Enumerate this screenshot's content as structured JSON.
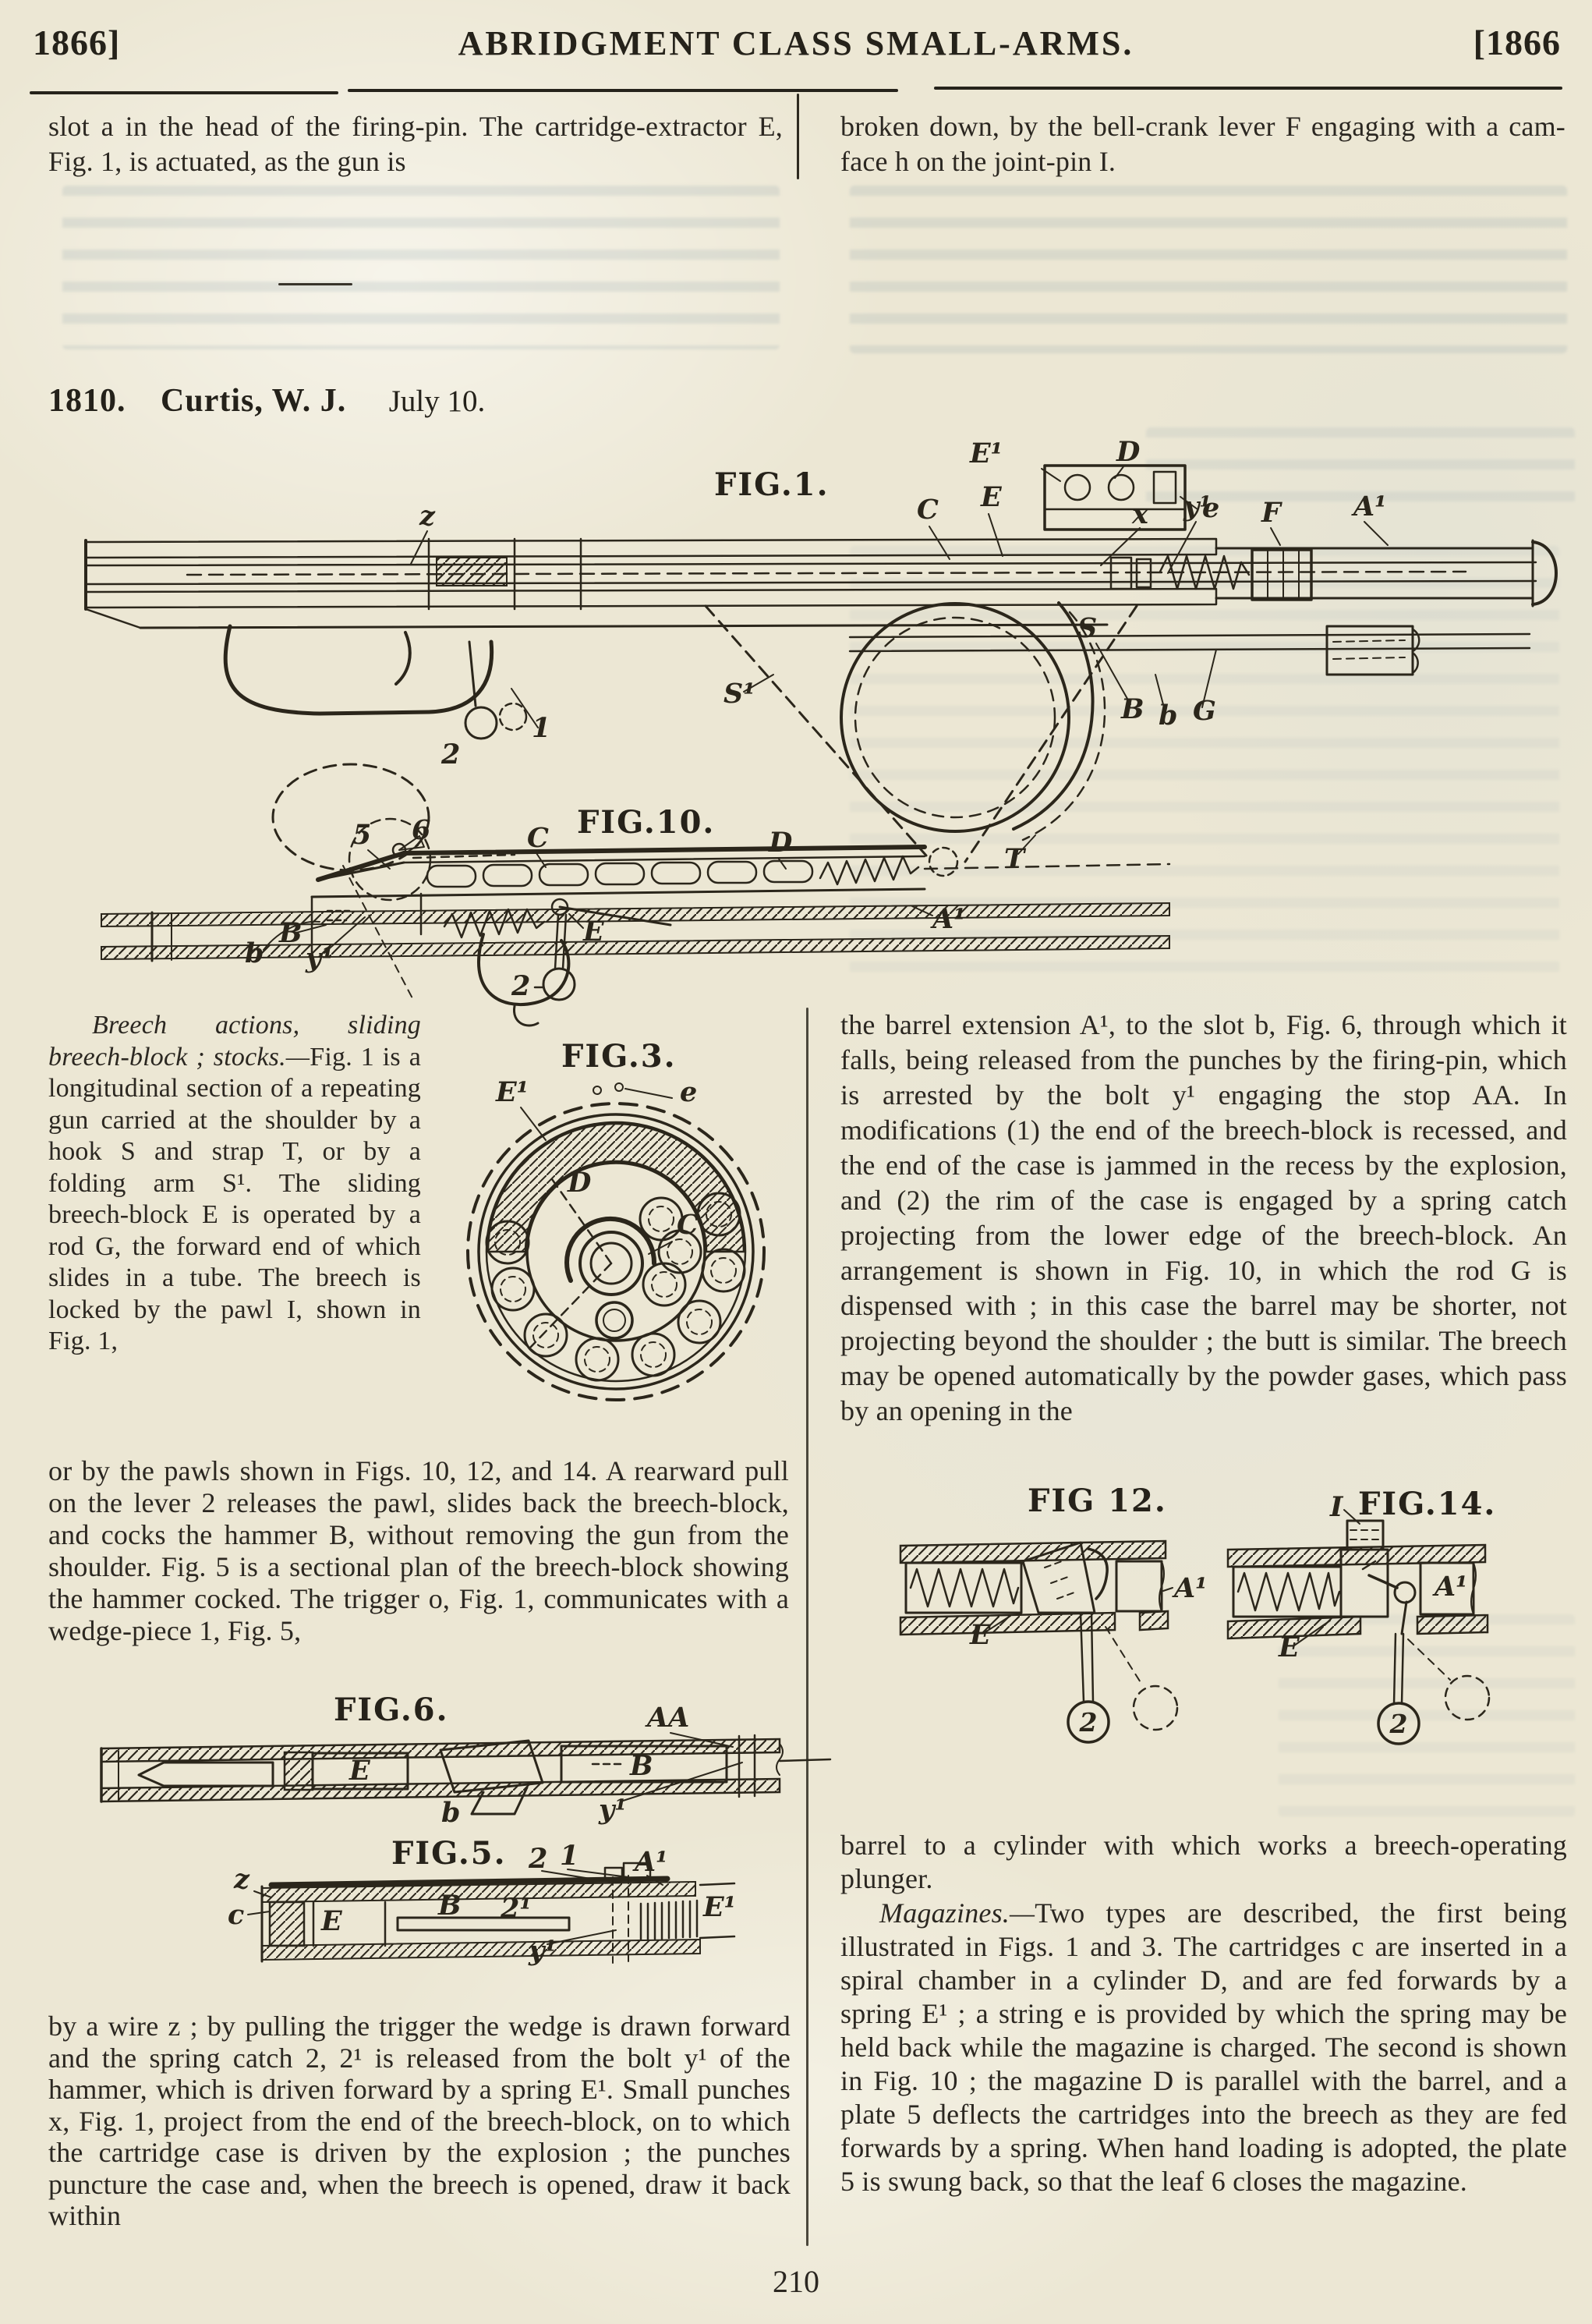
{
  "header": {
    "year_left": "1866]",
    "title": "ABRIDGMENT CLASS SMALL-ARMS.",
    "year_right": "[1866"
  },
  "intro": {
    "left": "slot a in the head of the firing-pin.  The cartridge-extractor E, Fig. 1, is actuated, as the gun is",
    "right": "broken down, by the bell-crank lever F engaging with a cam-face h on the joint-pin I."
  },
  "entry": {
    "number": "1810.",
    "name": "Curtis, W. J.",
    "date": "July 10."
  },
  "paragraphs": {
    "breech_lead": "Breech actions, sliding breech-block ;  stocks.—",
    "breech_rest": "Fig. 1 is a longitudinal section of a repeating gun carried at the shoulder by a hook S and strap T, or by a folding arm S¹.  The sliding breech-block E is operated by a rod G, the forward end of which slides in a tube.  The breech is locked by the pawl I, shown in Fig. 1,",
    "left_mid": "or by the pawls shown in Figs. 10, 12, and 14.  A rearward pull on the lever 2 releases the pawl, slides back the breech-block, and cocks the hammer B, without removing the gun from the shoulder.  Fig. 5 is a sectional plan of the breech-block showing the hammer cocked.  The trigger o, Fig. 1, communicates with a wedge-piece 1, Fig. 5,",
    "right_top": "the barrel extension A¹, to the slot b, Fig. 6, through which it falls, being released from the punches by the firing-pin, which is arrested by the bolt y¹ engaging the stop AA.  In modifications (1) the end of the breech-block is recessed, and the end of the case is jammed in the recess by the explosion, and (2) the rim of the case is engaged by a spring catch projecting from the lower edge of the breech-block.  An arrangement is shown in Fig. 10, in which the rod G is dispensed with ; in this case the barrel may be shorter, not projecting beyond the shoulder ; the butt is similar.  The breech may be opened automatically by the powder gases, which pass by an opening in the",
    "left_bottom": "by a wire z ; by pulling the trigger the wedge is drawn forward and the spring catch 2, 2¹ is released from the bolt y¹ of the hammer, which is driven forward by a spring E¹.  Small punches x, Fig. 1, project from the end of the breech-block, on to which the cartridge case is driven by the explosion ; the punches puncture the case and, when the breech is opened, draw it back within",
    "right_bottom1": "barrel to a cylinder with which works a breech-operating plunger.",
    "right_bottom2_lead": "Magazines.—",
    "right_bottom2_rest": "Two types are described, the first being illustrated in Figs. 1 and 3.  The cartridges c are inserted in a spiral chamber in a cylinder D, and are fed forwards by a spring E¹ ; a string e is provided by which the spring may be held back while the magazine is charged.  The second is shown in Fig. 10 ; the magazine D is parallel with the barrel, and a plate 5 deflects the cartridges into the breech as they are fed forwards by a spring.  When hand loading is adopted, the plate 5 is swung back, so that the leaf 6 closes the magazine."
  },
  "figures": {
    "fig1": {
      "title": "FIG.1.",
      "labels": [
        "z",
        "2",
        "1",
        "S¹",
        "S",
        "T",
        "C",
        "E",
        "E¹",
        "D",
        "e",
        "x",
        "y¹",
        "F",
        "A¹",
        "B",
        "b",
        "G"
      ]
    },
    "fig10": {
      "title": "FIG.10.",
      "labels": [
        "5",
        "6",
        "C",
        "D",
        "A¹",
        "b",
        "B",
        "y¹",
        "E",
        "2"
      ]
    },
    "fig3": {
      "title": "FIG.3.",
      "labels": [
        "E¹",
        "e",
        "D",
        "C"
      ]
    },
    "fig6": {
      "title": "FIG.6.",
      "labels": [
        "AA",
        "E",
        "B",
        "b",
        "y¹"
      ]
    },
    "fig5": {
      "title": "FIG.5.",
      "labels": [
        "z",
        "c",
        "E",
        "B",
        "2¹",
        "y¹",
        "2",
        "1",
        "A¹",
        "E¹"
      ]
    },
    "fig12": {
      "title": "FIG 12.",
      "labels": [
        "A¹",
        "E",
        "2"
      ]
    },
    "fig14": {
      "title": "FIG.14.",
      "labels": [
        "I",
        "A¹",
        "E",
        "2"
      ]
    }
  },
  "page_number": "210"
}
